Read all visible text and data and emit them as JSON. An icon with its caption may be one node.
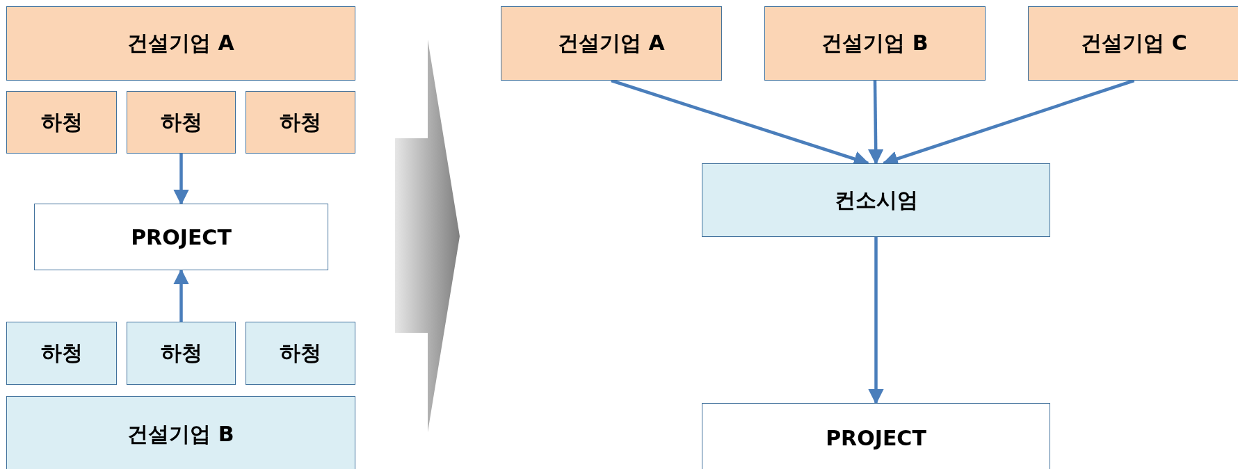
{
  "diagram": {
    "nodes": [
      {
        "text": [
          "건설기업 A"
        ]
      },
      {
        "text": [
          "하청"
        ]
      },
      {
        "text": [
          "하청"
        ]
      },
      {
        "text": [
          "하청"
        ]
      },
      {
        "text": [
          "PROJECT"
        ]
      },
      {
        "text": [
          "하청"
        ]
      },
      {
        "text": [
          "하청"
        ]
      },
      {
        "text": [
          "하청"
        ]
      },
      {
        "text": [
          "건설기업 B"
        ]
      },
      {
        "text": [
          "건설기업 A"
        ]
      },
      {
        "text": [
          "건설기업 B"
        ]
      },
      {
        "text": [
          "건설기업 C"
        ]
      },
      {
        "text": [
          "컨소시엄"
        ]
      },
      {
        "text": [
          "PROJECT"
        ]
      }
    ],
    "edges": [
      {
        "from": 2,
        "to": 4,
        "arrow": "to"
      },
      {
        "from": 6,
        "to": 4,
        "arrow": "to"
      },
      {
        "from": 9,
        "to": 12,
        "arrow": "to"
      },
      {
        "from": 10,
        "to": 12,
        "arrow": "to"
      },
      {
        "from": 11,
        "to": 12,
        "arrow": "to"
      },
      {
        "from": 12,
        "to": 13,
        "arrow": "to"
      }
    ]
  }
}
